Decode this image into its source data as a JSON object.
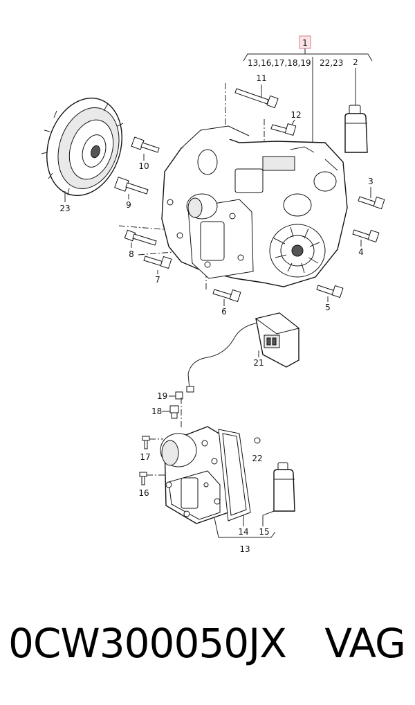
{
  "diagram": {
    "callouts": {
      "c1": "1",
      "c2": "2",
      "c3": "3",
      "c4": "4",
      "c5": "5",
      "c6": "6",
      "c7": "7",
      "c8": "8",
      "c9": "9",
      "c10": "10",
      "c11": "11",
      "c12": "12",
      "c13": "13",
      "c14": "14",
      "c15": "15",
      "c16": "16",
      "c17": "17",
      "c18": "18",
      "c19": "19",
      "c21": "21",
      "c22": "22",
      "c23": "23",
      "group_a": "13,16,17,18,19",
      "group_b": "22,23"
    },
    "highlight_color": "#e8a0a8"
  },
  "footer": {
    "part_number": "0CW300050JX",
    "brand": "VAG"
  }
}
